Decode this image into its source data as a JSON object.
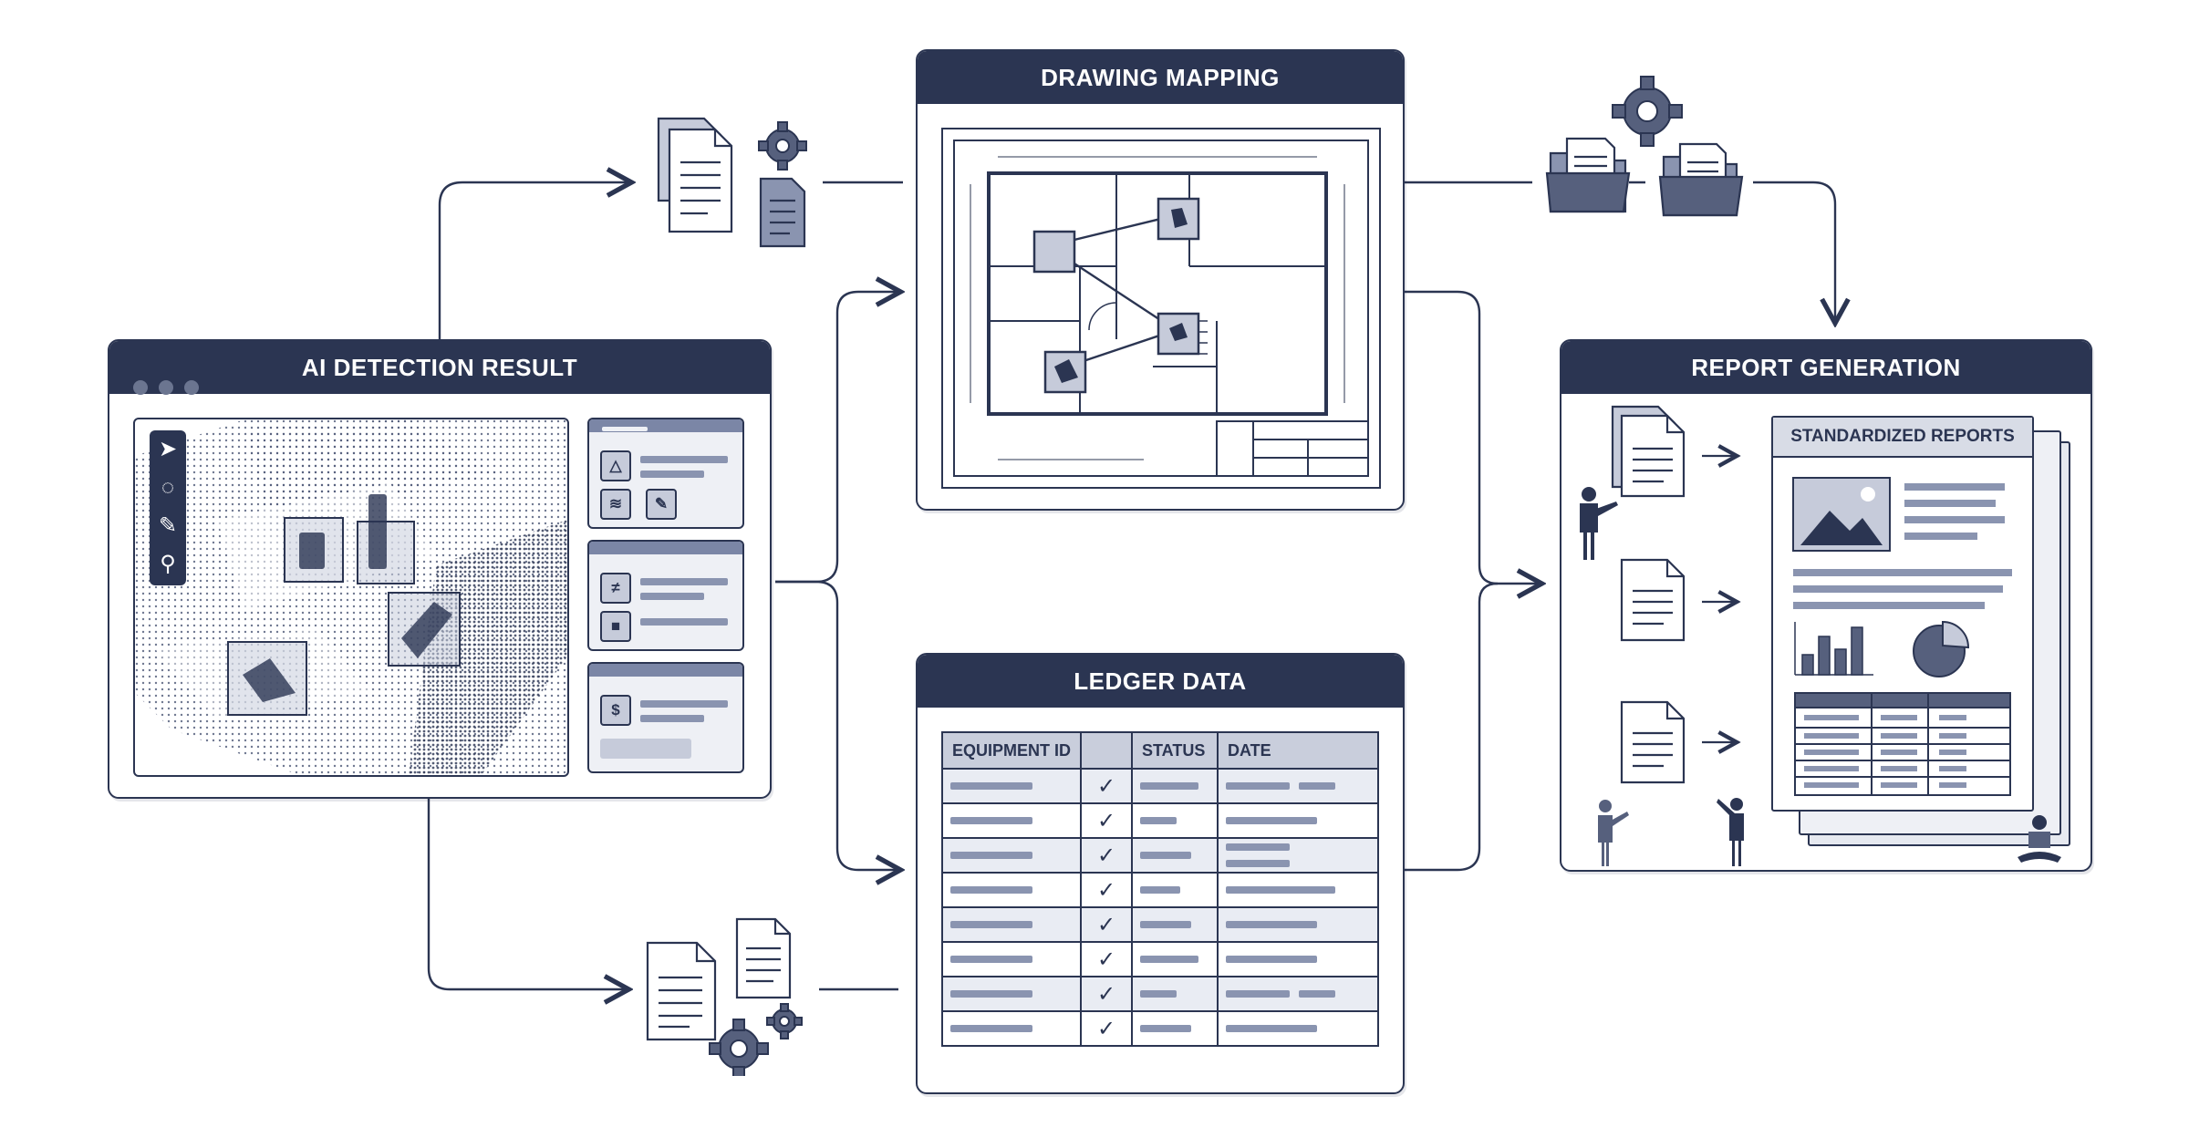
{
  "windows": {
    "ai_detection": {
      "title": "AI DETECTION RESULT"
    },
    "drawing_mapping": {
      "title": "DRAWING MAPPING"
    },
    "ledger": {
      "title": "LEDGER DATA"
    },
    "report": {
      "title": "REPORT GENERATION"
    }
  },
  "ledger": {
    "columns": [
      "EQUIPMENT ID",
      "",
      "STATUS",
      "DATE"
    ],
    "rows": [
      {
        "checked": true
      },
      {
        "checked": true
      },
      {
        "checked": true
      },
      {
        "checked": true
      },
      {
        "checked": true
      },
      {
        "checked": true
      },
      {
        "checked": true
      },
      {
        "checked": true
      }
    ]
  },
  "report": {
    "card_title": "STANDARDIZED REPORTS"
  },
  "icons": {
    "toolbar": [
      "cursor-icon",
      "lasso-icon",
      "pencil-icon",
      "magnifier-icon"
    ],
    "panel_1": [
      "layer-icon",
      "stack-icon",
      "brush-icon"
    ],
    "panel_2": [
      "not-equal-icon",
      "video-icon"
    ],
    "panel_3": [
      "dollar-icon"
    ]
  },
  "colors": {
    "navy": "#2b3552",
    "slate": "#8a94b0",
    "light": "#eef0f5"
  }
}
